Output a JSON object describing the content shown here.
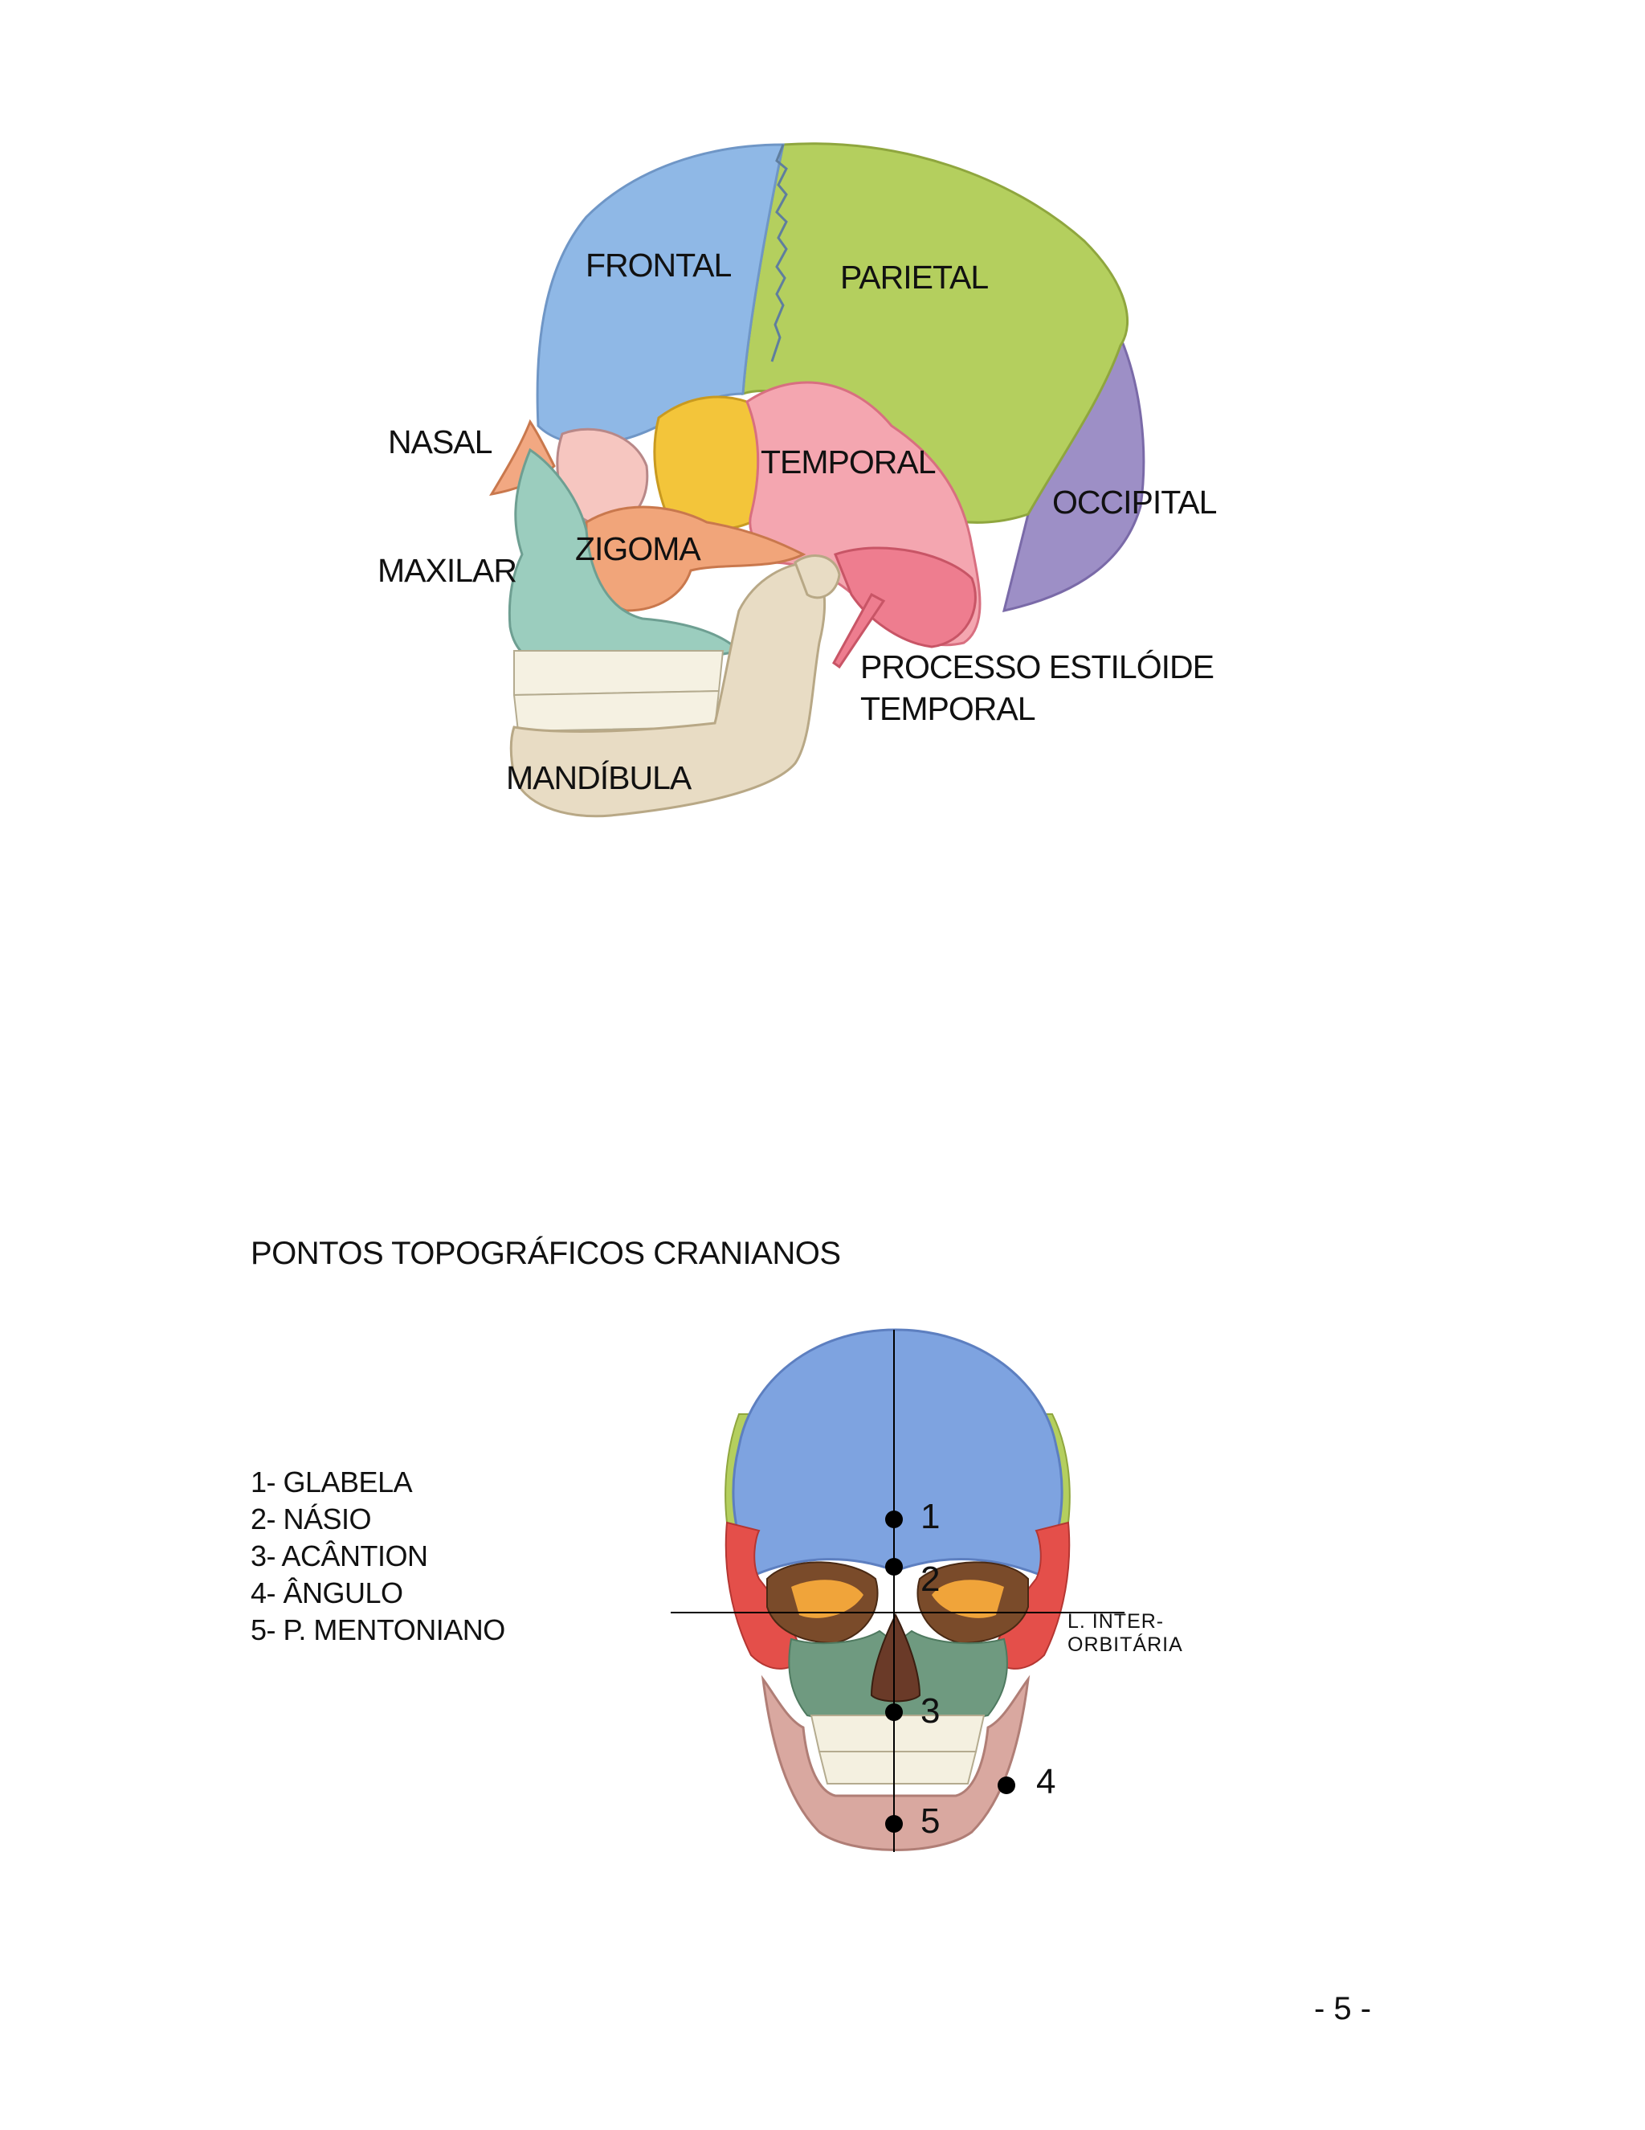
{
  "lateral_labels": {
    "frontal": "FRONTAL",
    "parietal": "PARIETAL",
    "nasal": "NASAL",
    "temporal": "TEMPORAL",
    "occipital": "OCCIPITAL",
    "zigoma": "ZIGOMA",
    "maxilar": "MAXILAR",
    "processo_line1": "PROCESSO ESTILÓIDE",
    "processo_line2": "TEMPORAL",
    "mandibula": "MANDÍBULA"
  },
  "section_title": "PONTOS TOPOGRÁFICOS CRANIANOS",
  "legend": [
    "1- GLABELA",
    "2- NÁSIO",
    "3- ACÂNTION",
    "4- ÂNGULO",
    "5- P. MENTONIANO"
  ],
  "point_numbers": [
    "1",
    "2",
    "3",
    "4",
    "5"
  ],
  "interorbital_line1": "L. INTER-",
  "interorbital_line2": "ORBITÁRIA",
  "page_number": "- 5 -",
  "colors": {
    "frontal": "#8fb8e6",
    "parietal": "#b4cf5e",
    "temporal": "#f4a6b0",
    "occipital": "#9d8fc6",
    "zigoma": "#f1a57a",
    "sphenoid": "#f3c53a",
    "maxilar": "#9bcdbe",
    "nasal": "#f2a882",
    "mandibula": "#e8dcc4"
  }
}
